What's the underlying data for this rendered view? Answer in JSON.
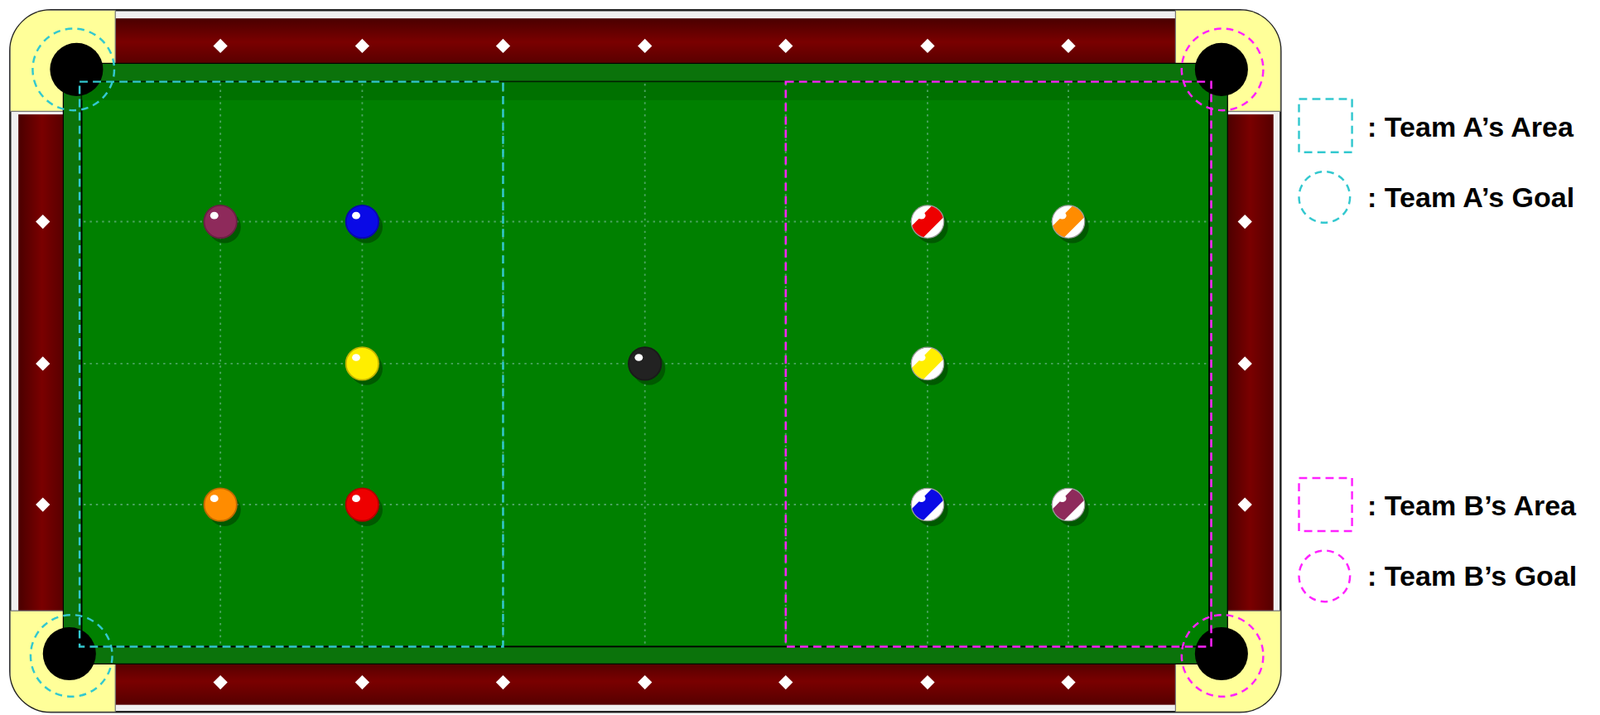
{
  "diagram": {
    "legend": [
      {
        "text": ": Team A’s Area"
      },
      {
        "text": ": Team A’s Goal"
      },
      {
        "text": ": Team B’s Area"
      },
      {
        "text": ": Team B’s Goal"
      }
    ]
  }
}
